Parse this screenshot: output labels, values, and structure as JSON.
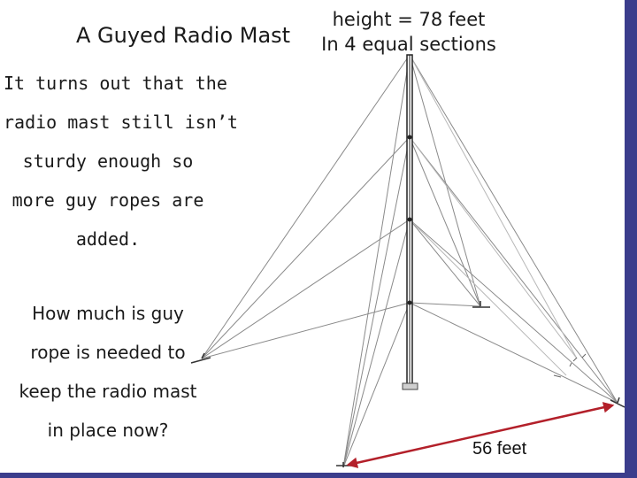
{
  "title": "A Guyed Radio Mast",
  "subtitle": {
    "line1": "height = 78 feet",
    "line2": "In 4 equal sections"
  },
  "paragraph1": [
    "It turns out that the",
    "radio mast still isn’t",
    "sturdy enough so",
    "more guy ropes are",
    "added."
  ],
  "paragraph2": [
    "How much is guy",
    "rope is needed to",
    "keep the radio mast",
    "in place now?"
  ],
  "dimension_label": "56 feet",
  "colors": {
    "frame": "#3b3d8c",
    "arrow": "#b3202a",
    "mast": "#222222",
    "guy_rope": "#8a8a8a"
  }
}
